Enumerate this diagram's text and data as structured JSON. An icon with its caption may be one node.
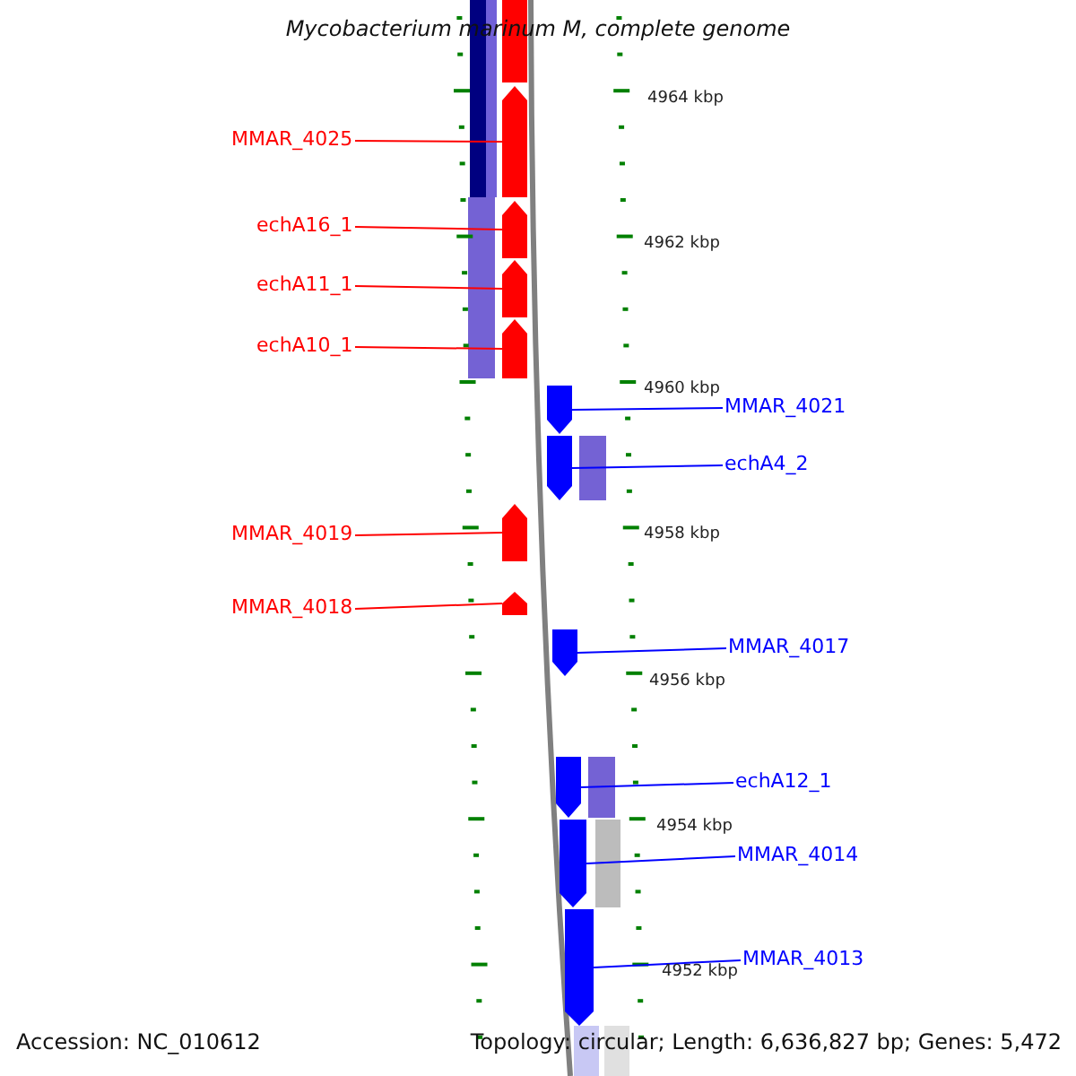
{
  "diagram": {
    "title": "Mycobacterium marinum M, complete genome",
    "nodes": [
      {
        "text": [
          "MMAR_4025"
        ]
      },
      {
        "text": [
          "echA16_1"
        ]
      },
      {
        "text": [
          "echA11_1"
        ]
      },
      {
        "text": [
          "echA10_1"
        ]
      },
      {
        "text": [
          "MMAR_4021"
        ]
      },
      {
        "text": [
          "echA4_2"
        ]
      },
      {
        "text": [
          "MMAR_4019"
        ]
      },
      {
        "text": [
          "MMAR_4018"
        ]
      },
      {
        "text": [
          "MMAR_4017"
        ]
      },
      {
        "text": [
          "echA12_1"
        ]
      },
      {
        "text": [
          "MMAR_4014"
        ]
      },
      {
        "text": [
          "MMAR_4013"
        ]
      },
      {
        "text": [],
        "shape": "arrow"
      },
      {
        "text": [],
        "shape": "arrow"
      },
      {
        "text": [],
        "shape": "arrow"
      },
      {
        "text": [],
        "shape": "arrow"
      },
      {
        "text": [],
        "shape": "arrow"
      },
      {
        "text": [],
        "shape": "arrow"
      },
      {
        "text": [],
        "shape": "arrow"
      },
      {
        "text": [],
        "shape": "arrow"
      },
      {
        "text": [],
        "shape": "arrow"
      },
      {
        "text": [],
        "shape": "arrow"
      },
      {
        "text": [],
        "shape": "arrow"
      },
      {
        "text": [],
        "shape": "arrow"
      }
    ],
    "edges": [
      {
        "from": 0,
        "to": 12,
        "arrow": "none",
        "color": "#ff0000"
      },
      {
        "from": 1,
        "to": 13,
        "arrow": "none",
        "color": "#ff0000"
      },
      {
        "from": 2,
        "to": 14,
        "arrow": "none",
        "color": "#ff0000"
      },
      {
        "from": 3,
        "to": 15,
        "arrow": "none",
        "color": "#ff0000"
      },
      {
        "from": 4,
        "to": 16,
        "arrow": "none",
        "color": "#0000ff"
      },
      {
        "from": 5,
        "to": 17,
        "arrow": "none",
        "color": "#0000ff"
      },
      {
        "from": 6,
        "to": 18,
        "arrow": "none",
        "color": "#ff0000"
      },
      {
        "from": 7,
        "to": 19,
        "arrow": "none",
        "color": "#ff0000"
      },
      {
        "from": 8,
        "to": 20,
        "arrow": "none",
        "color": "#0000ff"
      },
      {
        "from": 9,
        "to": 21,
        "arrow": "none",
        "color": "#0000ff"
      },
      {
        "from": 10,
        "to": 22,
        "arrow": "none",
        "color": "#0000ff"
      },
      {
        "from": 11,
        "to": 23,
        "arrow": "none",
        "color": "#0000ff"
      }
    ],
    "labels": [
      "4964 kbp",
      "4962 kbp",
      "4960 kbp",
      "4958 kbp",
      "4956 kbp",
      "4954 kbp",
      "4952 kbp",
      "Accession: NC_010612",
      "Topology: circular; Length: 6,636,827 bp; Genes: 5,472"
    ]
  }
}
